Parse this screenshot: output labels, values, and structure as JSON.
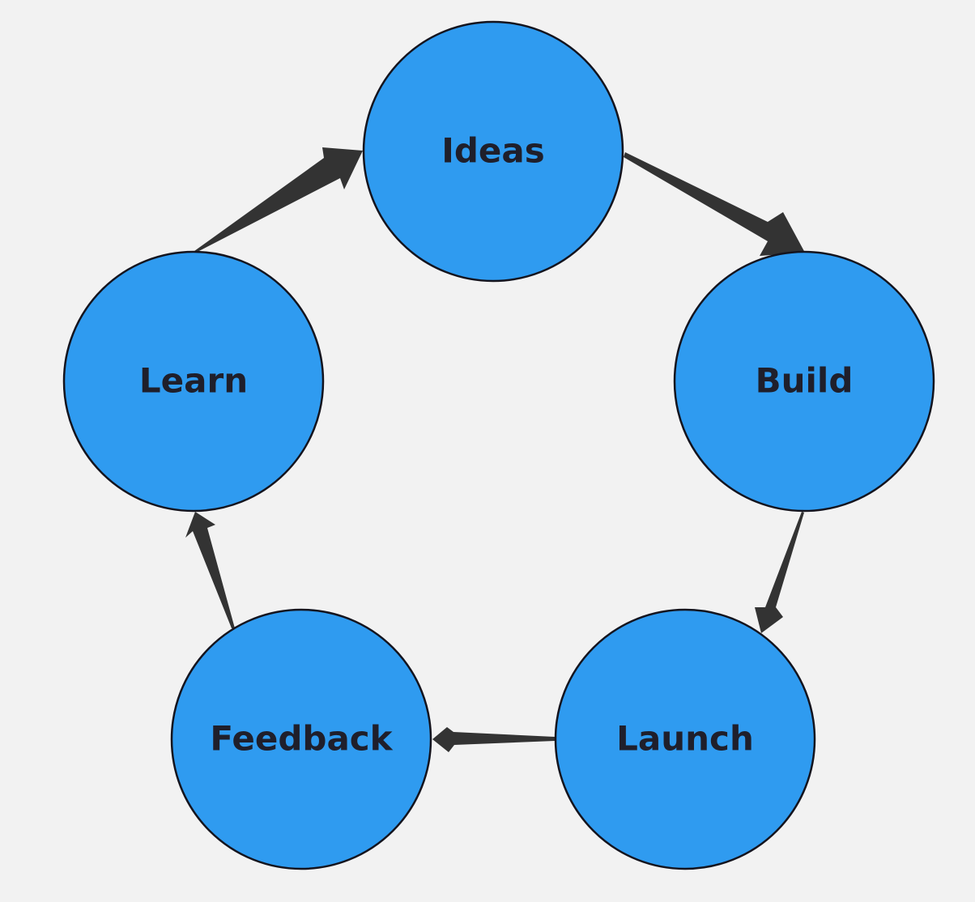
{
  "colors": {
    "background": "#f2f2f2",
    "node_fill": "#2f9bf0",
    "node_stroke": "#14141e",
    "arrow": "#333333",
    "label": "#1f1f2b"
  },
  "diagram": {
    "type": "cycle",
    "nodes": [
      {
        "id": "ideas",
        "label": "Ideas"
      },
      {
        "id": "build",
        "label": "Build"
      },
      {
        "id": "launch",
        "label": "Launch"
      },
      {
        "id": "feedback",
        "label": "Feedback"
      },
      {
        "id": "learn",
        "label": "Learn"
      }
    ],
    "edges": [
      {
        "from": "ideas",
        "to": "build"
      },
      {
        "from": "build",
        "to": "launch"
      },
      {
        "from": "launch",
        "to": "feedback"
      },
      {
        "from": "feedback",
        "to": "learn"
      },
      {
        "from": "learn",
        "to": "ideas"
      }
    ]
  }
}
